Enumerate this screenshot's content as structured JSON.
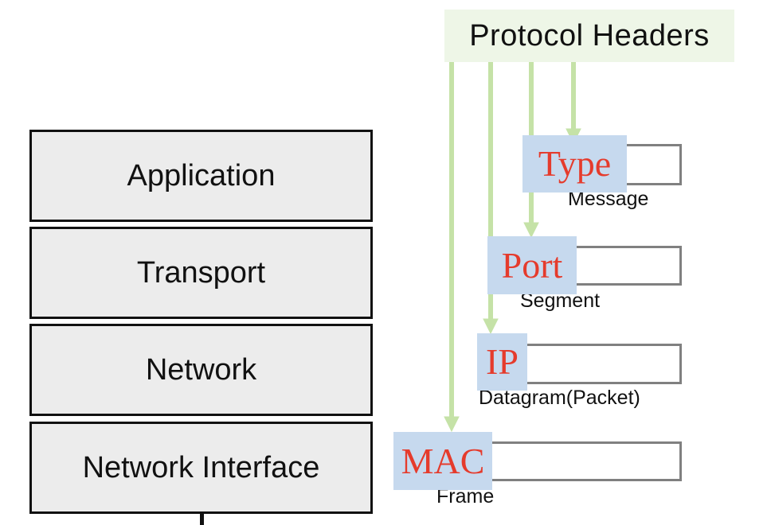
{
  "layers": [
    {
      "label": "Application"
    },
    {
      "label": "Transport"
    },
    {
      "label": "Network"
    },
    {
      "label": "Network Interface"
    }
  ],
  "headers": {
    "title": "Protocol Headers",
    "items": [
      {
        "tag": "Type",
        "pdu": "Message"
      },
      {
        "tag": "Port",
        "pdu": "Segment"
      },
      {
        "tag": "IP",
        "pdu": "Datagram(Packet)"
      },
      {
        "tag": "MAC",
        "pdu": "Frame"
      }
    ]
  },
  "colors": {
    "arrow": "#c5e2a7",
    "tag_bg": "#c6d9ee",
    "tag_text": "#e53b2c",
    "title_bg": "#eef6e7",
    "box_border": "#808080"
  }
}
